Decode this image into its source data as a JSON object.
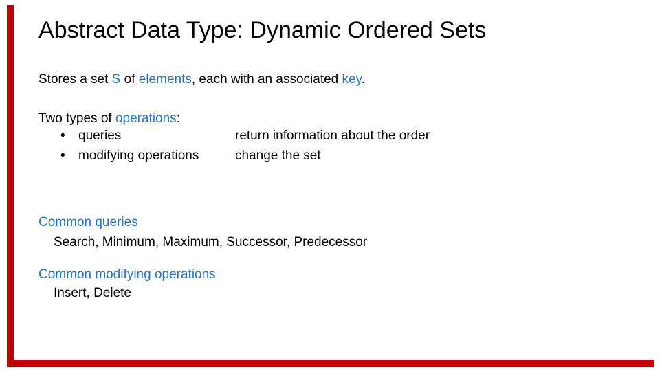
{
  "colors": {
    "accent_red": "#c00000",
    "link_blue": "#2277c3",
    "text": "#000000"
  },
  "slide": {
    "title": "Abstract Data Type: Dynamic Ordered Sets",
    "intro_parts": [
      "Stores a set ",
      "S",
      " of ",
      "elements",
      ", each with an associated ",
      "key",
      "."
    ],
    "operations_heading_parts": [
      "Two types of ",
      "operations",
      ":"
    ],
    "bullet_char": "•",
    "bullets": [
      {
        "label": "queries",
        "desc": "return information about the order"
      },
      {
        "label": "modifying operations",
        "desc": "change the set"
      }
    ],
    "sections": [
      {
        "heading": "Common queries",
        "items": "Search, Minimum, Maximum, Successor, Predecessor"
      },
      {
        "heading": "Common modifying operations",
        "items": "Insert, Delete"
      }
    ]
  }
}
